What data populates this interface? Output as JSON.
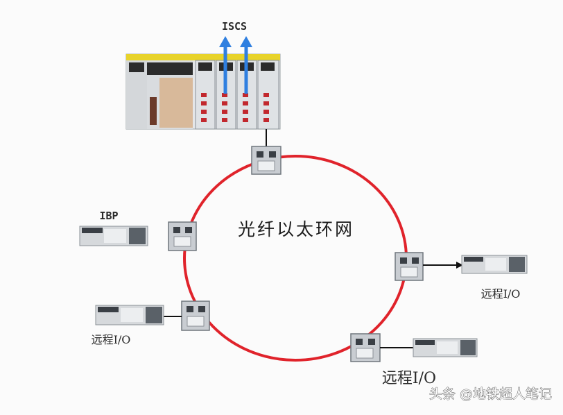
{
  "diagram": {
    "top_label": "ISCS",
    "ring_label": "光纤以太环网",
    "ibp_label": "IBP",
    "remote_io_labels": [
      "远程I/O",
      "远程I/O",
      "远程I/O"
    ],
    "watermark": "头条 @地铁超人笔记",
    "colors": {
      "ring": "#e0232b",
      "arrow": "#2f7fe0",
      "connector": "#111111",
      "switch_body": "#c9cdd2"
    }
  }
}
